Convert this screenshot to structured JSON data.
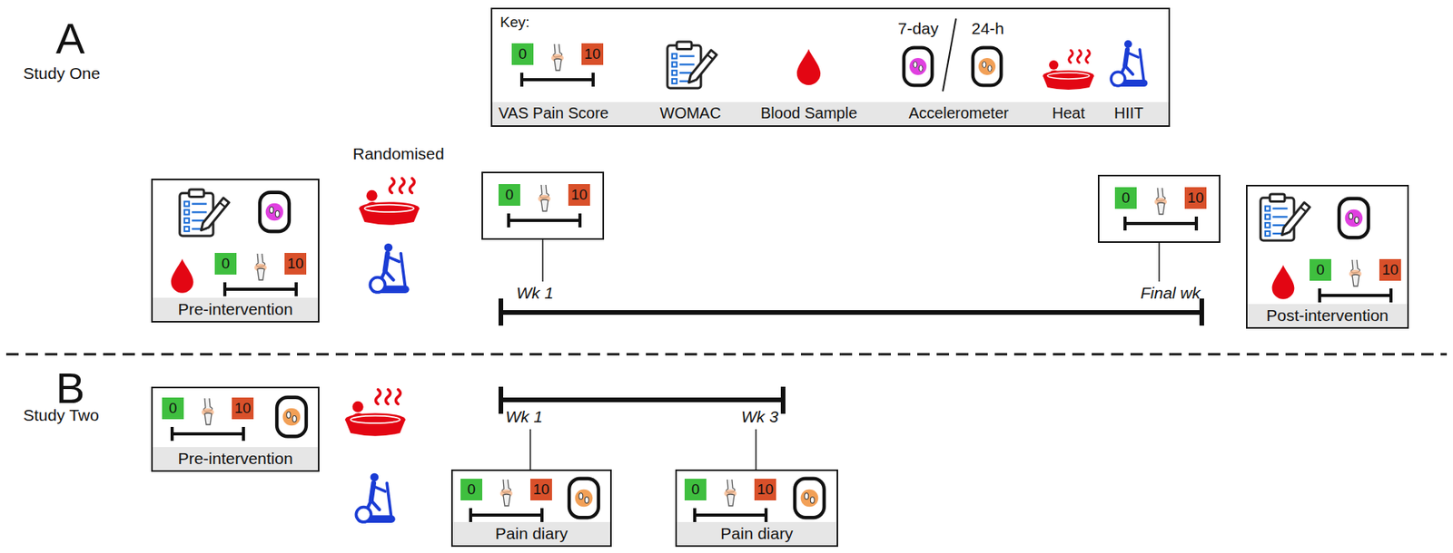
{
  "diagram": {
    "nodes": [
      {
        "text": [
          "0",
          "10",
          "Pre-intervention"
        ]
      },
      {
        "text": [
          "0",
          "10"
        ]
      },
      {
        "text": [
          "0",
          "10"
        ]
      },
      {
        "text": [
          "0",
          "10",
          "Post-intervention"
        ]
      },
      {
        "text": [
          "0",
          "10",
          "Pre-intervention"
        ]
      },
      {
        "text": [
          "0",
          "10",
          "Pain diary"
        ]
      },
      {
        "text": [
          "0",
          "10",
          "Pain diary"
        ]
      }
    ],
    "labels": [
      "A",
      "Study One",
      "Key:",
      "0",
      "10",
      "7-day",
      "24-h",
      "Randomised",
      "Wk 1",
      "Final wk",
      "B",
      "Study Two",
      "Wk 1",
      "Wk 3"
    ],
    "legend": [
      {
        "text": "VAS Pain Score"
      },
      {
        "text": "WOMAC"
      },
      {
        "text": "Blood Sample"
      },
      {
        "text": "Accelerometer"
      },
      {
        "text": "Heat"
      },
      {
        "text": "HIIT"
      }
    ]
  }
}
